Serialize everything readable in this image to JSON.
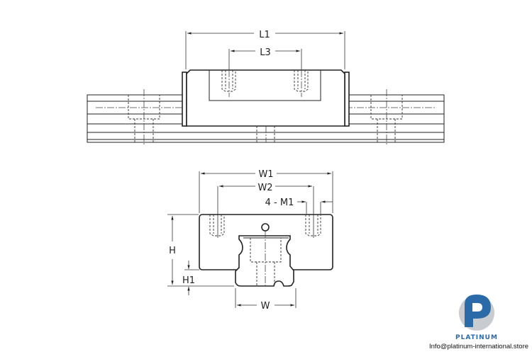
{
  "top_view": {
    "dim_L1": "L1",
    "dim_L3": "L3"
  },
  "section_view": {
    "dim_W1": "W1",
    "dim_W2": "W2",
    "dim_M1": "4 - M1",
    "dim_H": "H",
    "dim_H1": "H1",
    "dim_W": "W"
  },
  "logo": {
    "brand": "PLATINUM",
    "email": "Info@platinum-international.store",
    "colors": {
      "blue": "#2a6aa8",
      "gray": "#c8cbd0"
    }
  }
}
